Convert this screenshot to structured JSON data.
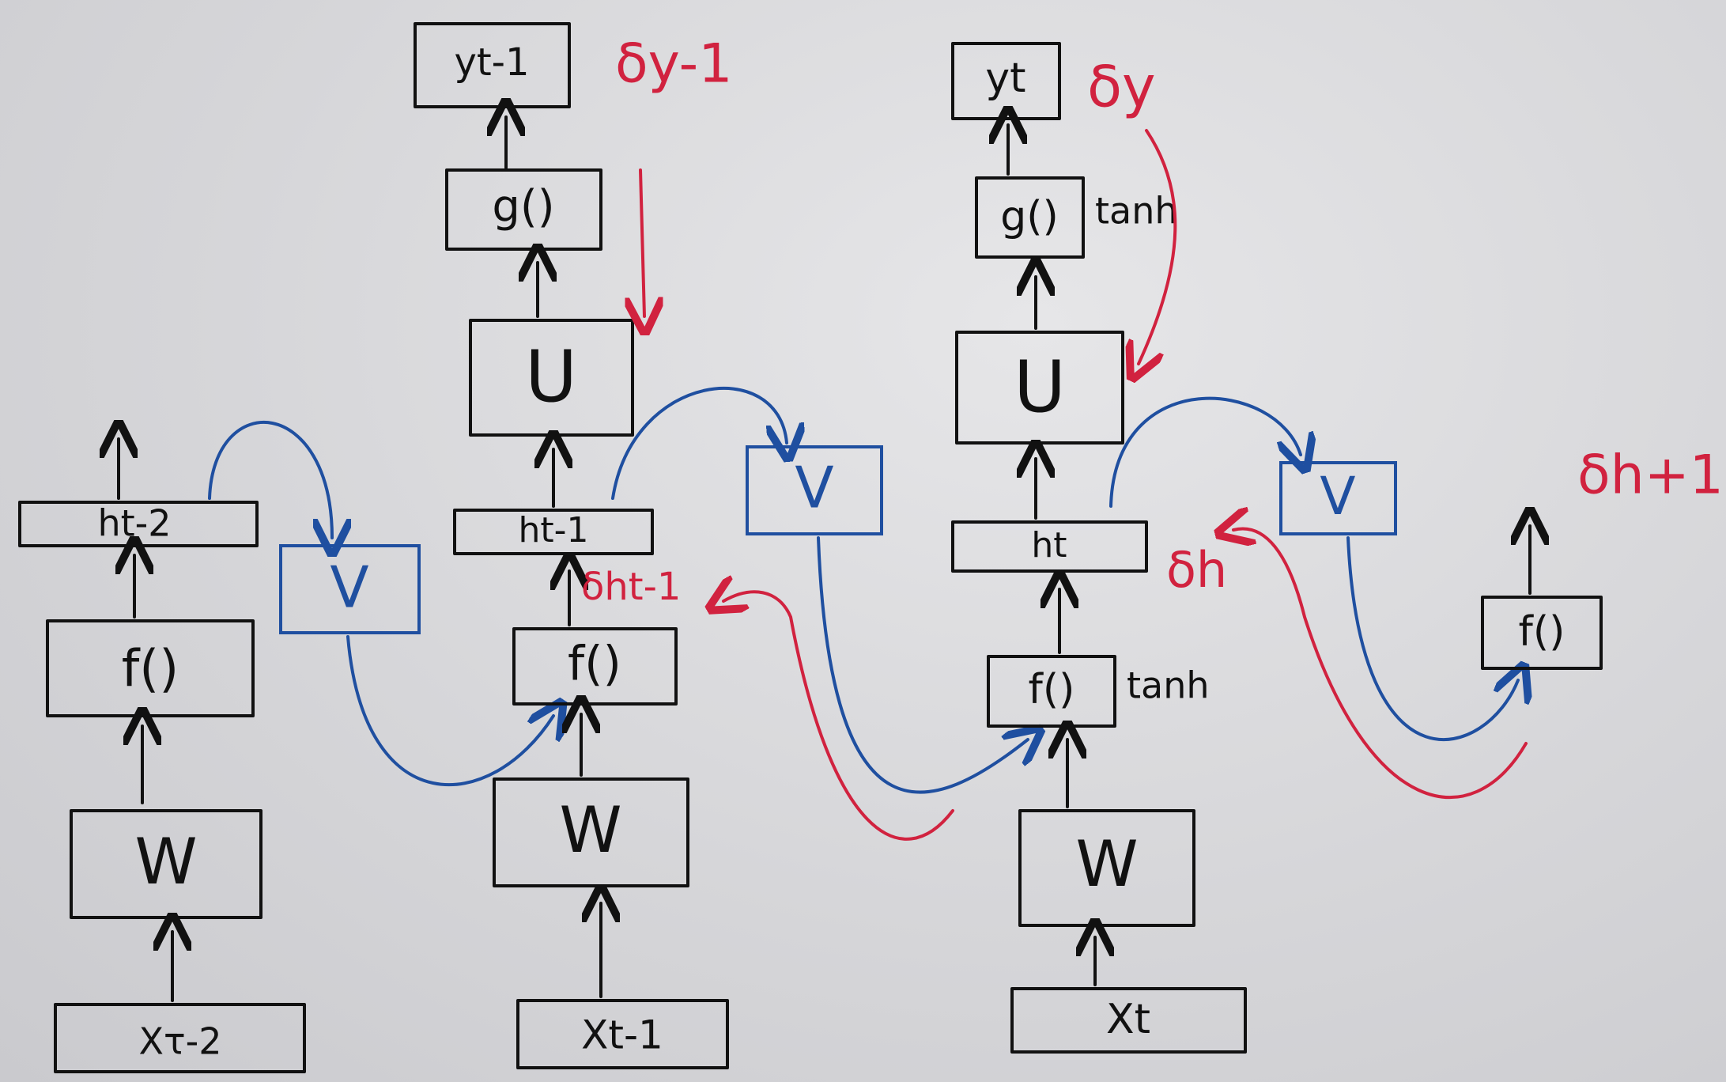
{
  "columns": [
    {
      "x": "Xτ-2",
      "W": "W",
      "f": "f()",
      "h": "ht-2"
    },
    {
      "x": "Xt-1",
      "W": "W",
      "f": "f()",
      "h": "ht-1",
      "U": "U",
      "g": "g()",
      "y": "yt-1"
    },
    {
      "x": "Xt",
      "W": "W",
      "f": "f()",
      "h": "ht",
      "U": "U",
      "g": "g()",
      "y": "yt"
    },
    {
      "f": "f()"
    }
  ],
  "recurrent_labels": [
    "V",
    "V",
    "V"
  ],
  "annotations": {
    "tanh_g": "tanh",
    "tanh_f": "tanh"
  },
  "deltas": {
    "y_prev": "δy-1",
    "y": "δy",
    "h_prev": "δht-1",
    "h": "δh",
    "h_next": "δh+1"
  },
  "colors": {
    "ink": "#111111",
    "blue": "#1f4fa0",
    "red": "#d1223f",
    "paper": "#d9d9dc"
  }
}
